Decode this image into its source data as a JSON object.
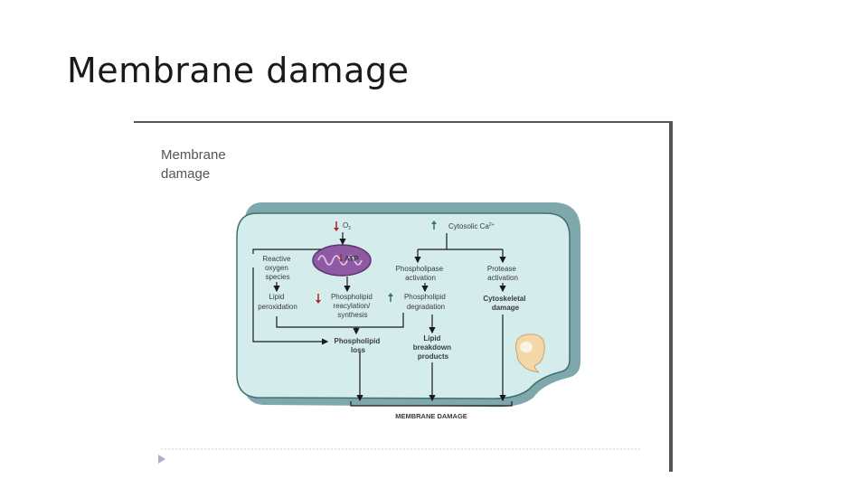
{
  "slide": {
    "title": "Membrane damage"
  },
  "figure": {
    "heading": [
      "Membrane",
      "damage"
    ],
    "o2": "O",
    "o2_sub": "2",
    "cytosolic": "Cytosolic Ca",
    "cytosolic_sup": "2+",
    "atp": "ATP",
    "ros": [
      "Reactive",
      "oxygen",
      "species"
    ],
    "lipid_perox": [
      "Lipid",
      "peroxidation"
    ],
    "reacyl": [
      "Phospholipid",
      "reacylation/",
      "synthesis"
    ],
    "phospholipase": [
      "Phospholipase",
      "activation"
    ],
    "degradation": [
      "Phospholipid",
      "degradation"
    ],
    "protease": [
      "Protease",
      "activation"
    ],
    "cytoskeletal": [
      "Cytoskeletal",
      "damage"
    ],
    "loss": [
      "Phospholipid",
      "loss"
    ],
    "lipid_breakdown": [
      "Lipid",
      "breakdown",
      "products"
    ],
    "membrane_damage": "MEMBRANE DAMAGE"
  },
  "colors": {
    "cell_fill": "#d4ecec",
    "cell_shadow": "#7fa8ac",
    "mito": "#8d5aa3",
    "arrow_down": "#b0252a",
    "arrow_up": "#2e7d4f",
    "nucleus": "#f3d7a6"
  }
}
